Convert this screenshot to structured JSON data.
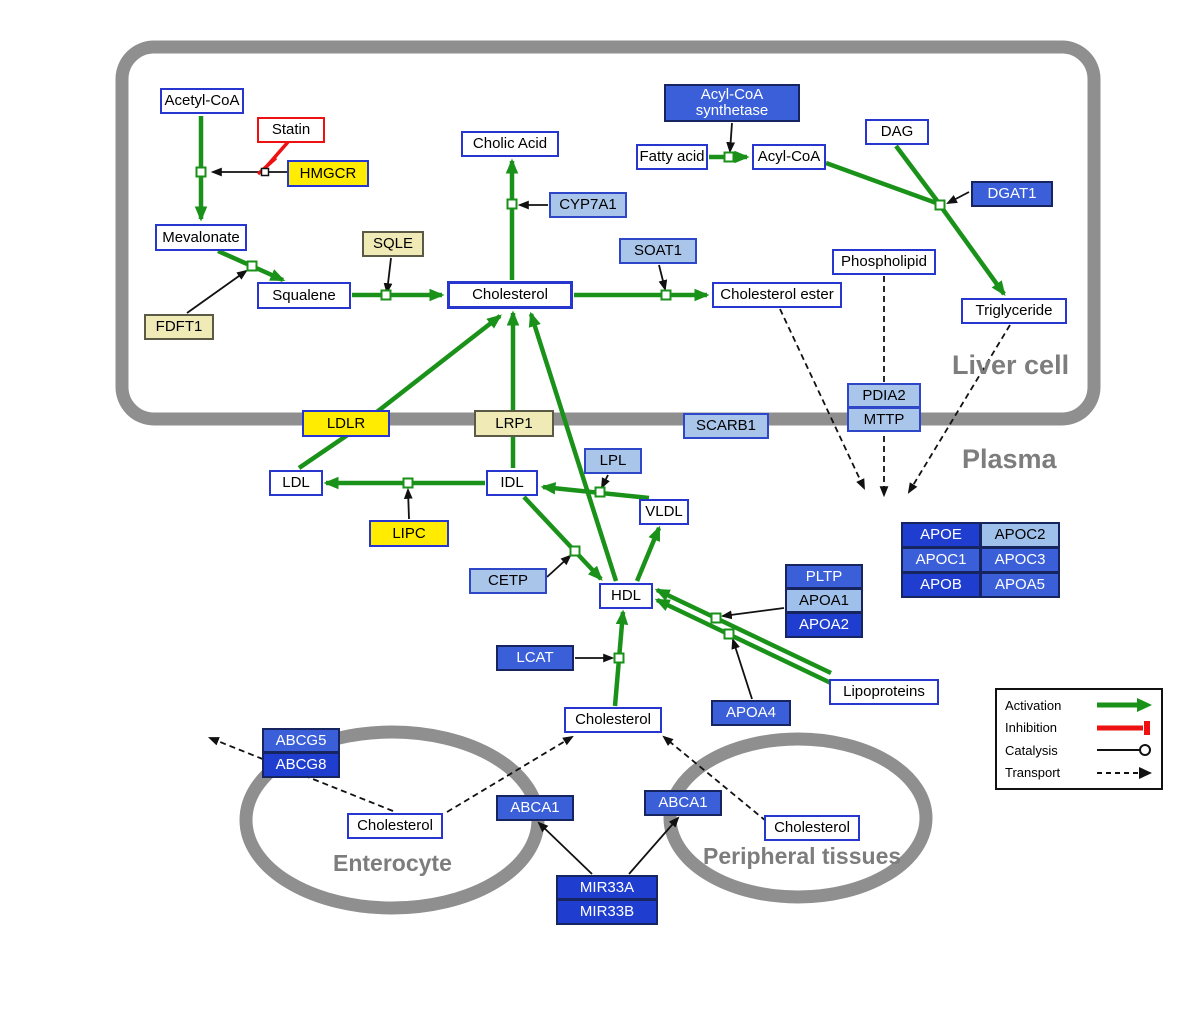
{
  "regions": {
    "liver": {
      "label": "Liver cell"
    },
    "plasma": {
      "label": "Plasma"
    },
    "enterocyte": {
      "label": "Enterocyte"
    },
    "peripheral": {
      "label": "Peripheral tissues"
    }
  },
  "nodes": {
    "acetyl_coa": {
      "label": "Acetyl-CoA",
      "type": "metabolite"
    },
    "statin": {
      "label": "Statin",
      "type": "drug"
    },
    "hmgcr": {
      "label": "HMGCR",
      "type": "gene"
    },
    "mevalonate": {
      "label": "Mevalonate",
      "type": "metabolite"
    },
    "sqle": {
      "label": "SQLE",
      "type": "gene"
    },
    "fdft1": {
      "label": "FDFT1",
      "type": "gene"
    },
    "squalene": {
      "label": "Squalene",
      "type": "metabolite"
    },
    "cholesterol_liver": {
      "label": "Cholesterol",
      "type": "metabolite"
    },
    "cholic_acid": {
      "label": "Cholic Acid",
      "type": "metabolite"
    },
    "cyp7a1": {
      "label": "CYP7A1",
      "type": "gene"
    },
    "soat1": {
      "label": "SOAT1",
      "type": "gene"
    },
    "cholesterol_ester": {
      "label": "Cholesterol ester",
      "type": "metabolite"
    },
    "acyl_coa_synthetase": {
      "label": "Acyl-CoA synthetase",
      "type": "gene"
    },
    "fatty_acid": {
      "label": "Fatty acid",
      "type": "metabolite"
    },
    "acyl_coa": {
      "label": "Acyl-CoA",
      "type": "metabolite"
    },
    "dag": {
      "label": "DAG",
      "type": "metabolite"
    },
    "dgat1": {
      "label": "DGAT1",
      "type": "gene"
    },
    "phospholipid": {
      "label": "Phospholipid",
      "type": "metabolite"
    },
    "triglyceride": {
      "label": "Triglyceride",
      "type": "metabolite"
    },
    "ldlr": {
      "label": "LDLR",
      "type": "gene"
    },
    "lrp1": {
      "label": "LRP1",
      "type": "gene"
    },
    "scarb1": {
      "label": "SCARB1",
      "type": "gene"
    },
    "pdia2": {
      "label": "PDIA2",
      "type": "gene"
    },
    "mttp": {
      "label": "MTTP",
      "type": "gene"
    },
    "ldl": {
      "label": "LDL",
      "type": "metabolite"
    },
    "idl": {
      "label": "IDL",
      "type": "metabolite"
    },
    "lpl": {
      "label": "LPL",
      "type": "gene"
    },
    "vldl": {
      "label": "VLDL",
      "type": "metabolite"
    },
    "lipc": {
      "label": "LIPC",
      "type": "gene"
    },
    "cetp": {
      "label": "CETP",
      "type": "gene"
    },
    "hdl": {
      "label": "HDL",
      "type": "metabolite"
    },
    "pltp": {
      "label": "PLTP",
      "type": "gene"
    },
    "apoa1": {
      "label": "APOA1",
      "type": "gene"
    },
    "apoa2": {
      "label": "APOA2",
      "type": "gene"
    },
    "apoe": {
      "label": "APOE",
      "type": "gene"
    },
    "apoc2": {
      "label": "APOC2",
      "type": "gene"
    },
    "apoc1": {
      "label": "APOC1",
      "type": "gene"
    },
    "apoc3": {
      "label": "APOC3",
      "type": "gene"
    },
    "apob": {
      "label": "APOB",
      "type": "gene"
    },
    "apoa5": {
      "label": "APOA5",
      "type": "gene"
    },
    "lcat": {
      "label": "LCAT",
      "type": "gene"
    },
    "apoa4": {
      "label": "APOA4",
      "type": "gene"
    },
    "lipoproteins": {
      "label": "Lipoproteins",
      "type": "metabolite"
    },
    "cholesterol_plasma": {
      "label": "Cholesterol",
      "type": "metabolite"
    },
    "abcg5": {
      "label": "ABCG5",
      "type": "gene"
    },
    "abcg8": {
      "label": "ABCG8",
      "type": "gene"
    },
    "cholesterol_enterocyte": {
      "label": "Cholesterol",
      "type": "metabolite"
    },
    "abca1_enterocyte": {
      "label": "ABCA1",
      "type": "gene"
    },
    "abca1_peripheral": {
      "label": "ABCA1",
      "type": "gene"
    },
    "mir33a": {
      "label": "MIR33A",
      "type": "gene"
    },
    "mir33b": {
      "label": "MIR33B",
      "type": "gene"
    },
    "cholesterol_peripheral": {
      "label": "Cholesterol",
      "type": "metabolite"
    }
  },
  "legend": {
    "items": [
      {
        "label": "Activation",
        "icon": "activation-arrow"
      },
      {
        "label": "Inhibition",
        "icon": "inhibition-bar"
      },
      {
        "label": "Catalysis",
        "icon": "catalysis-circle"
      },
      {
        "label": "Transport",
        "icon": "transport-dashed-arrow"
      }
    ]
  },
  "colors": {
    "activation_green": "#1a921a",
    "inhibition_red": "#ee1111",
    "membrane_gray": "#8f8f8f",
    "metabolite_border_blue": "#2736cf",
    "gene_yellow": "#ffec00",
    "gene_pale_yellow": "#efeab6",
    "gene_light_blue": "#a9c6ea",
    "gene_blue": "#3a5fd8",
    "gene_dark_blue": "#1f3ecf"
  }
}
